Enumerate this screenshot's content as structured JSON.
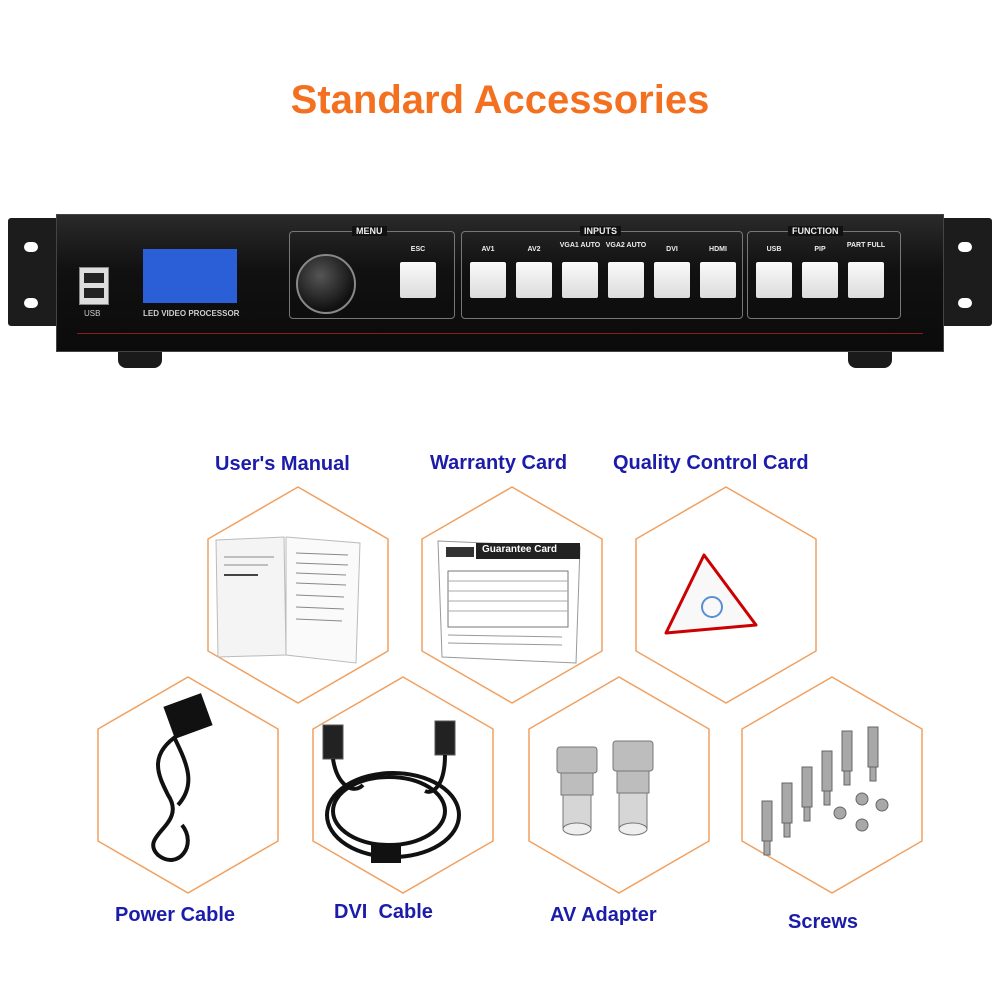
{
  "title": "Standard Accessories",
  "colors": {
    "title": "#f37021",
    "labels": "#1c1cab",
    "hex_outline": "#f0a060"
  },
  "device": {
    "usb_label": "USB",
    "lcd_label": "LED VIDEO PROCESSOR",
    "menu_group": "MENU",
    "esc_button": "ESC",
    "inputs_group": "INPUTS",
    "input_buttons": [
      "AV1",
      "AV2",
      "VGA1 AUTO",
      "VGA2 AUTO",
      "DVI",
      "HDMI"
    ],
    "function_group": "FUNCTION",
    "function_buttons": [
      "USB",
      "PIP",
      "PART FULL"
    ]
  },
  "accessories": [
    {
      "label": "User's Manual",
      "icon": "manual-icon"
    },
    {
      "label": "Warranty Card",
      "icon": "warranty-card-icon",
      "card_title": "Guarantee Card"
    },
    {
      "label": "Quality Control Card",
      "icon": "qc-card-icon"
    },
    {
      "label": "Power Cable",
      "icon": "power-cable-icon"
    },
    {
      "label": "DVI  Cable",
      "icon": "dvi-cable-icon"
    },
    {
      "label": "AV Adapter",
      "icon": "av-adapter-icon"
    },
    {
      "label": "Screws",
      "icon": "screws-icon"
    }
  ]
}
